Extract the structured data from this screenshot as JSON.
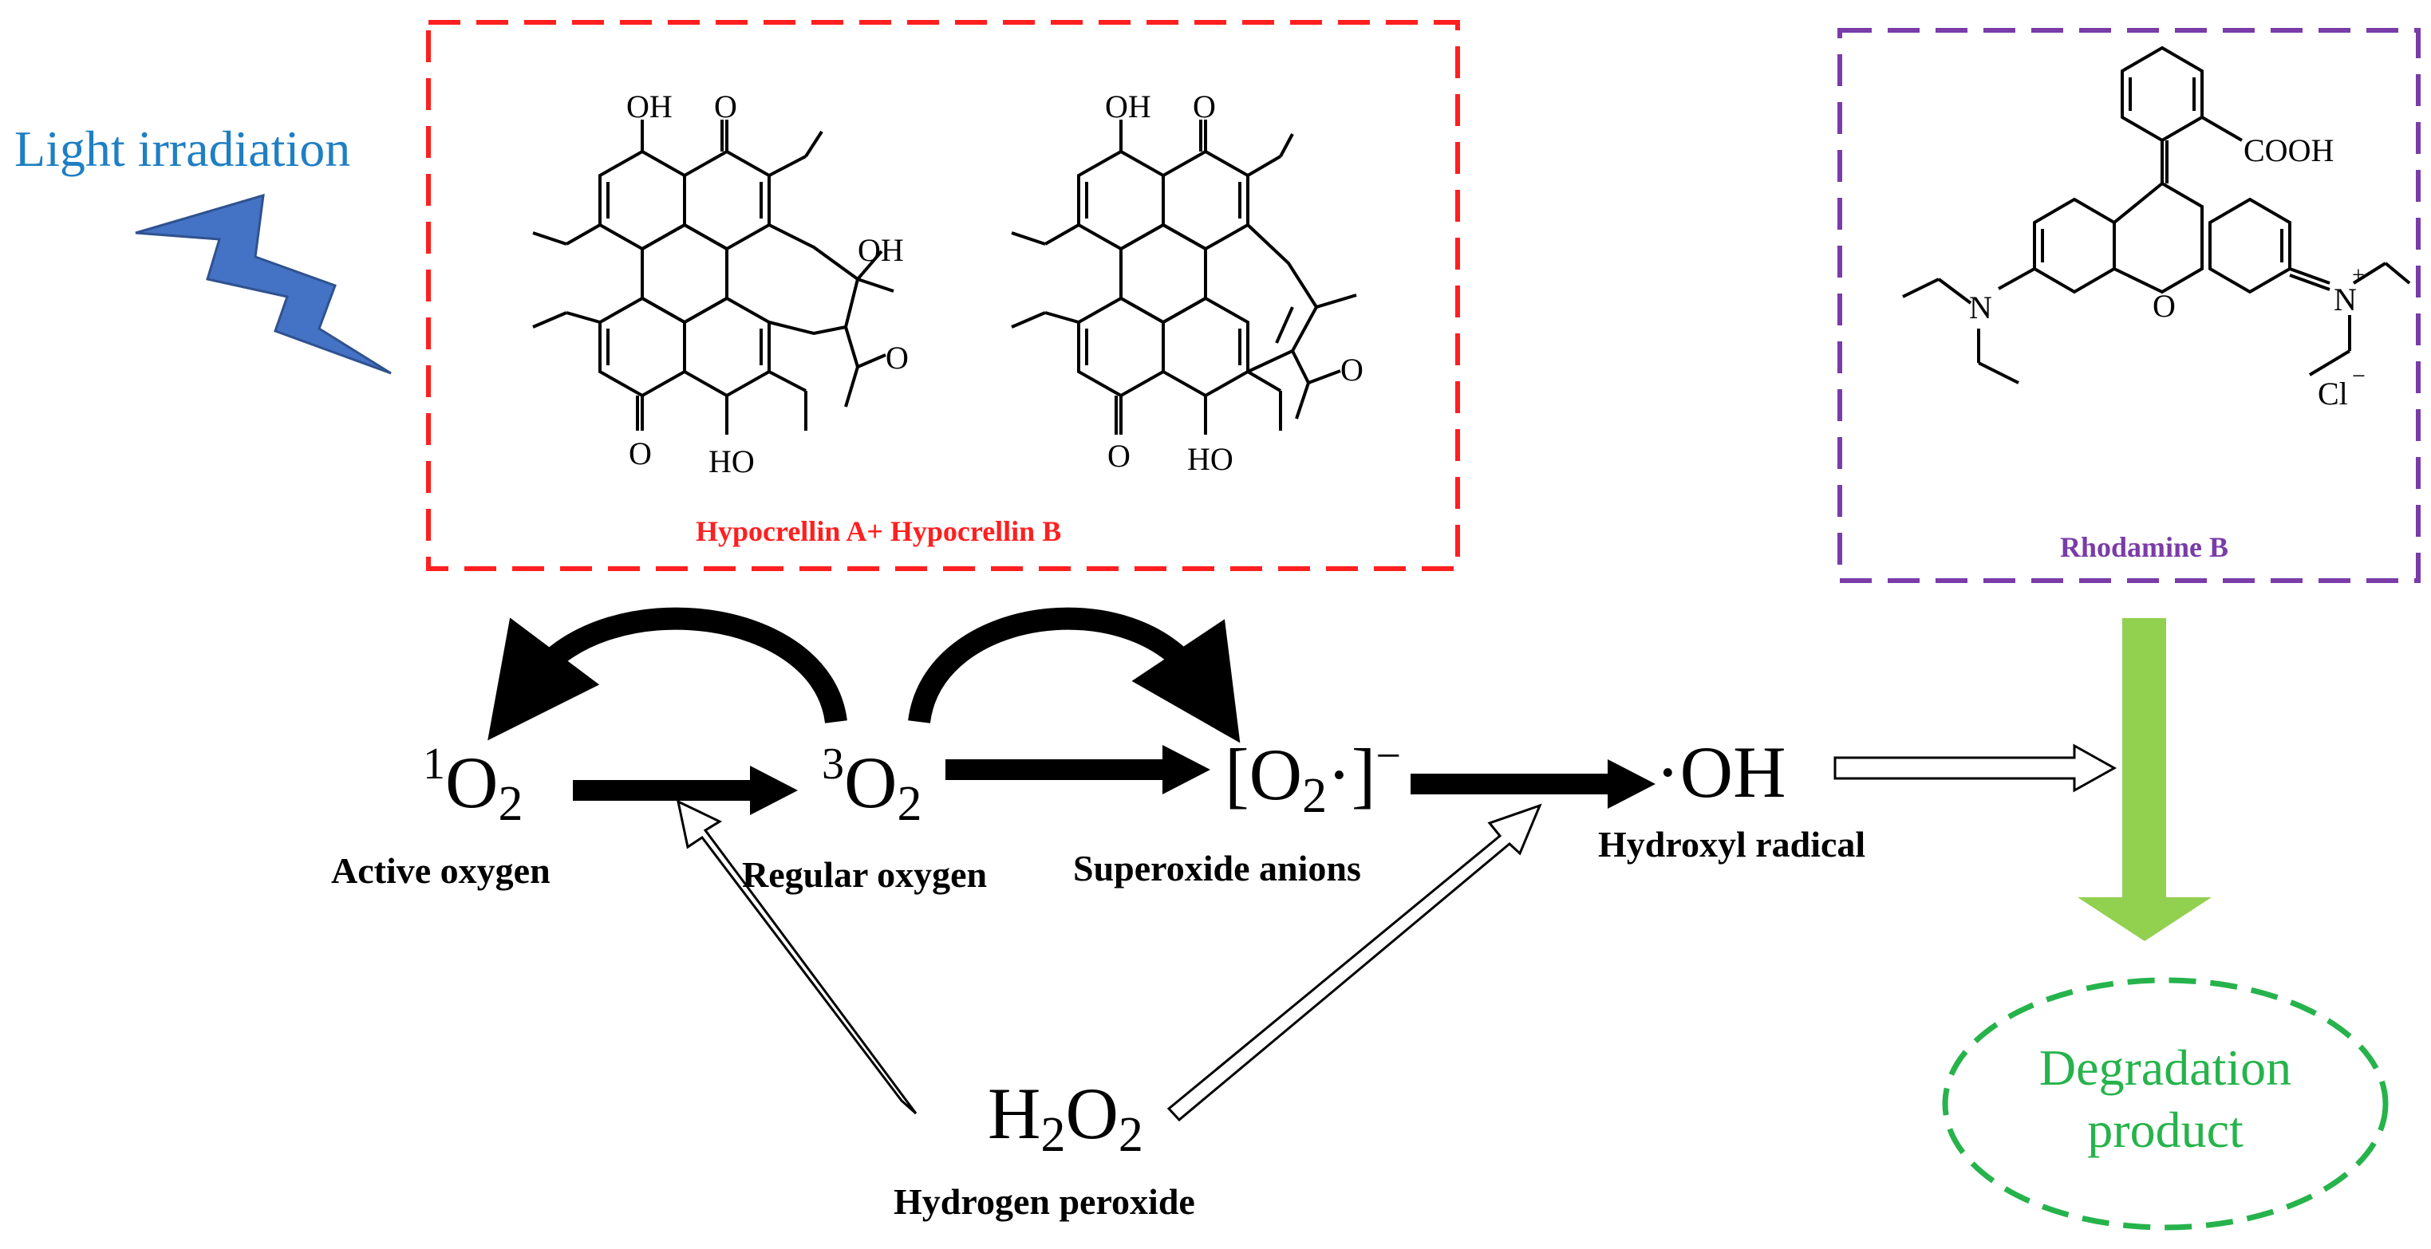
{
  "light": {
    "label": "Light irradiation"
  },
  "hypocrellin": {
    "caption": "Hypocrellin A+ Hypocrellin B",
    "structure_a": {
      "OH_top": "OH",
      "O_top": "O",
      "OH_right": "OH",
      "O_ketone": "O",
      "O_bottom": "O",
      "HO_bottom": "HO"
    },
    "structure_b": {
      "OH_top": "OH",
      "O_top": "O",
      "O_ketone": "O",
      "O_bottom": "O",
      "HO_bottom": "HO"
    }
  },
  "rhodamine": {
    "caption": "Rhodamine B",
    "cooh": "COOH",
    "n_left": "N",
    "o_center": "O",
    "n_right": "N",
    "n_charge": "+",
    "cl": "Cl",
    "cl_charge": "−"
  },
  "species": {
    "singlet": {
      "mass": "1",
      "base": "O",
      "sub": "2",
      "name": "Active oxygen"
    },
    "triplet": {
      "mass": "3",
      "base": "O",
      "sub": "2",
      "name": "Regular oxygen"
    },
    "superoxide": {
      "open": "[O",
      "sub": "2",
      "close": "·]",
      "charge": "−",
      "name": "Superoxide anions"
    },
    "hydroxyl": {
      "formula": "·OH",
      "name": "Hydroxyl radical"
    },
    "peroxide": {
      "h": "H",
      "h_sub": "2",
      "o": "O",
      "o_sub": "2",
      "name": "Hydrogen peroxide"
    }
  },
  "degradation": {
    "line1": "Degradation",
    "line2": "product"
  },
  "colors": {
    "hypocrellin_box": "#ff1f1f",
    "rhodamine_box": "#7a3ca8",
    "light": "#1f7fc4",
    "lightning": "#4472c4",
    "degradation": "#26b34b",
    "down_arrow": "#92d050",
    "arrows": "#000000"
  }
}
